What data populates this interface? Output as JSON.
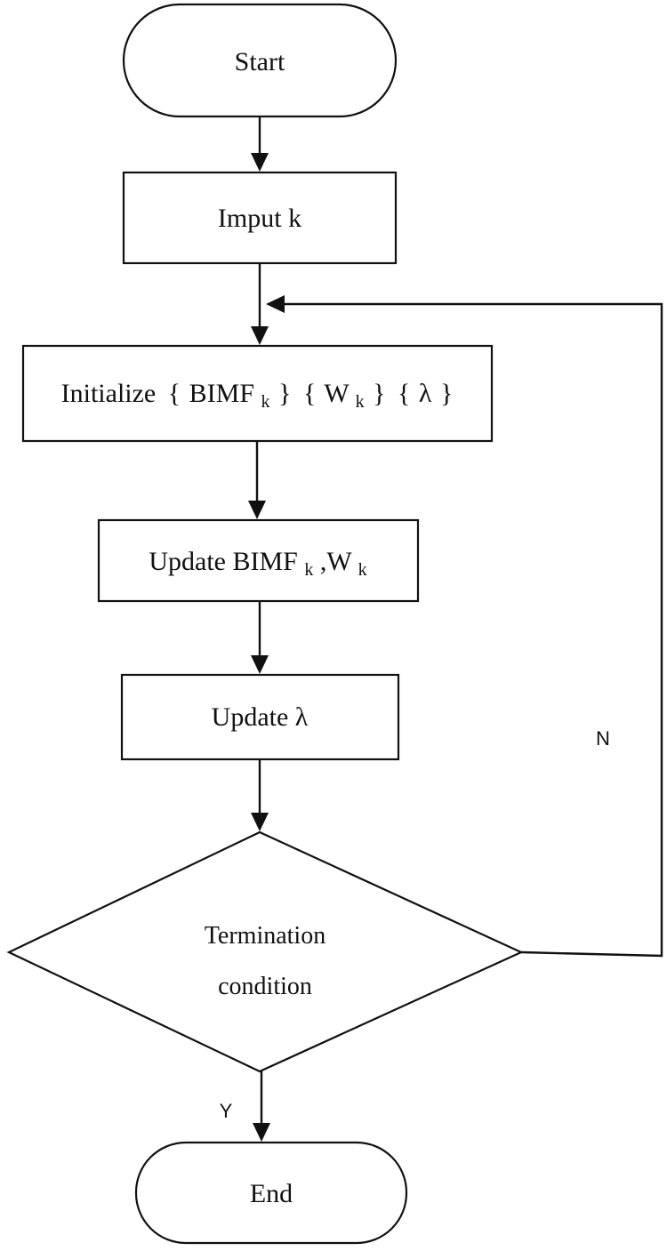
{
  "diagram": {
    "nodes": {
      "start": "Start",
      "input": "Imput k",
      "init_prefix": "Initialize",
      "init_b1": "{",
      "init_bimf": "BIMF",
      "init_bimf_sub": "k",
      "init_b2": "}",
      "init_b3": "{",
      "init_w": "W",
      "init_w_sub": "k",
      "init_b4": "}",
      "init_b5": "{",
      "init_lambda": "λ",
      "init_b6": "}",
      "update1_prefix": "Update BIMF",
      "update1_sub1": "k",
      "update1_sep": ",W",
      "update1_sub2": "k",
      "update2": "Update λ",
      "decision_line1": "Termination",
      "decision_line2": "condition",
      "end": "End"
    },
    "edge_labels": {
      "no": "N",
      "yes": "Y"
    }
  }
}
